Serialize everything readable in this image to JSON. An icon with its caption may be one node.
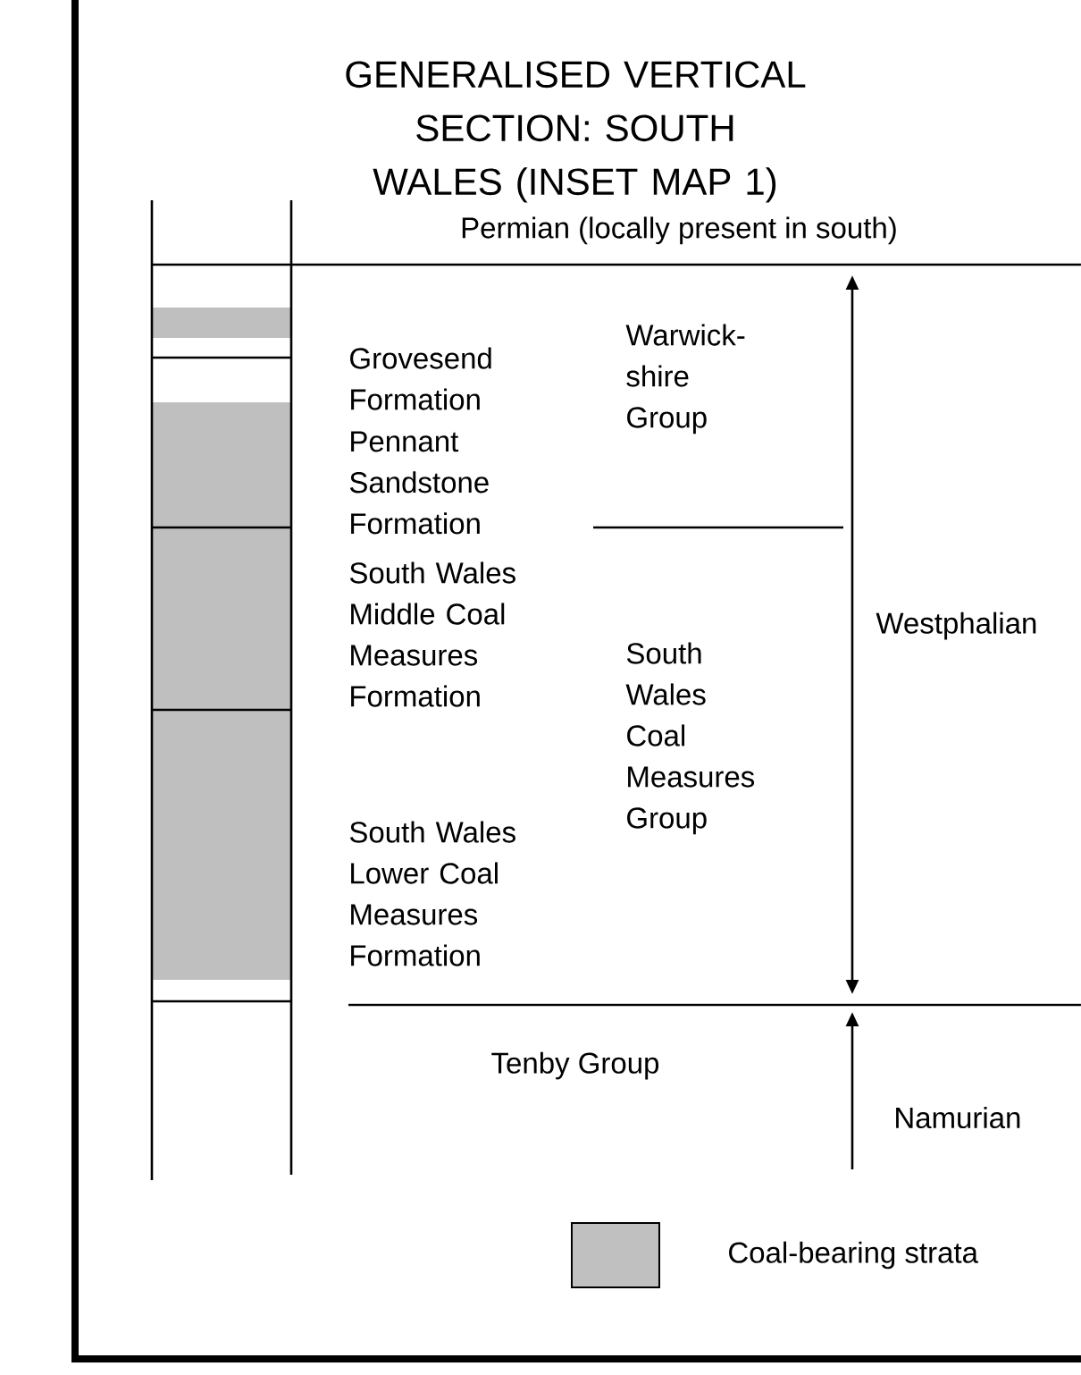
{
  "diagram": {
    "title": "GENERALISED VERTICAL SECTION: SOUTH WALES (INSET MAP 1)",
    "labels": [
      "Permian (locally present in south)",
      "Grovesend Formation",
      "Warwick- shire Group",
      "Pennant Sandstone Formation",
      "South Wales Middle Coal Measures Formation",
      "Westphalian",
      "South Wales Coal Measures Group",
      "South Wales Lower Coal Measures Formation",
      "Tenby Group",
      "Namurian"
    ],
    "legend": [
      {
        "text": "Coal-bearing strata",
        "color": "#c0c0c0"
      }
    ]
  }
}
